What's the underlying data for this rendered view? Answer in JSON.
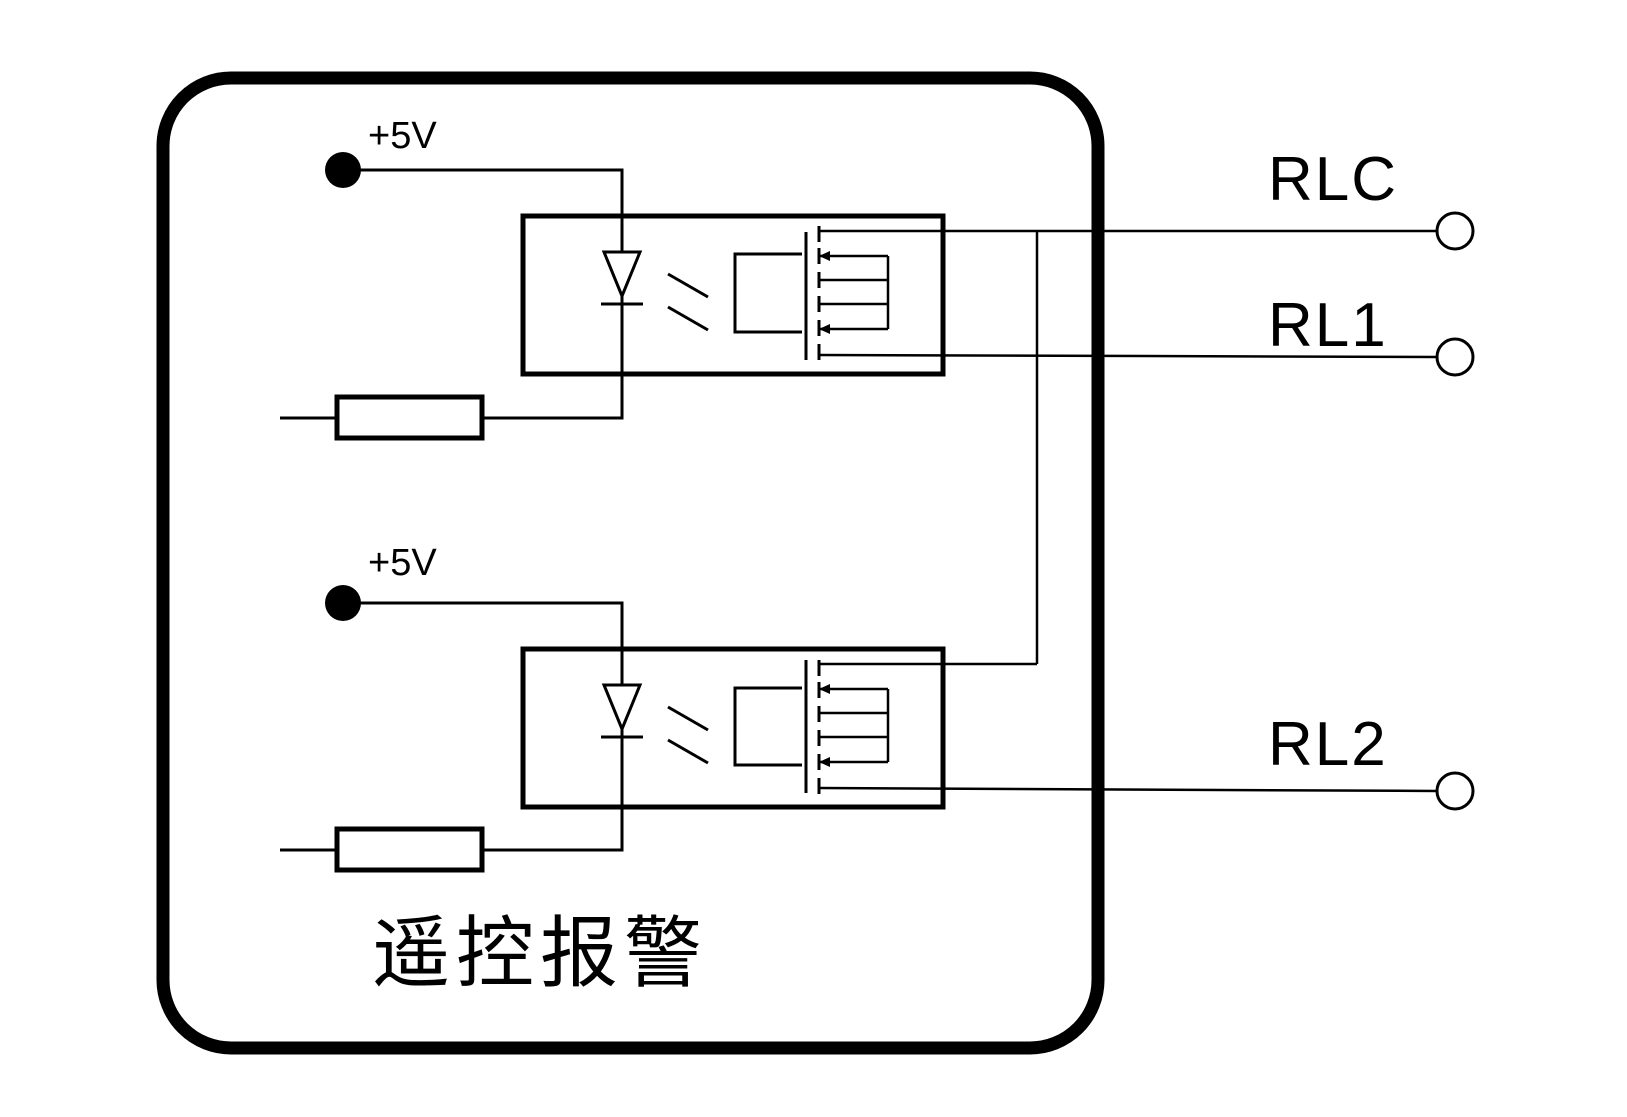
{
  "enclosure": {
    "title": "遥控报警"
  },
  "channels": [
    {
      "supply_label": "+5V"
    },
    {
      "supply_label": "+5V"
    }
  ],
  "terminals": [
    {
      "label": "RLC"
    },
    {
      "label": "RL1"
    },
    {
      "label": "RL2"
    }
  ]
}
